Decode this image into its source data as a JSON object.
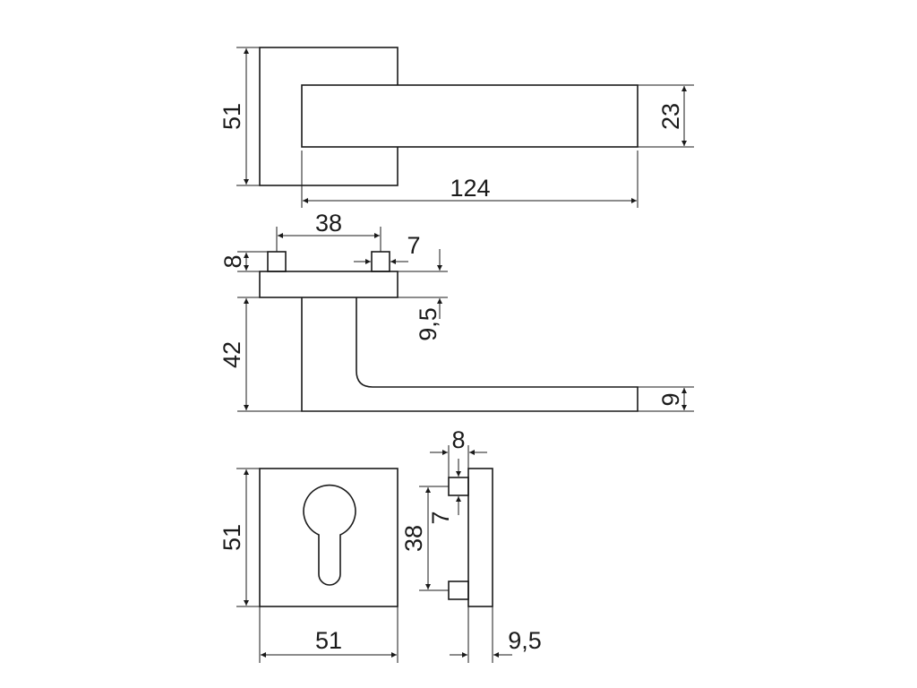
{
  "colors": {
    "line": "#1a1a1a",
    "background": "#ffffff"
  },
  "top_view": {
    "rose_height": "51",
    "lever_height": "23",
    "lever_length": "124"
  },
  "side_view": {
    "pin_spacing": "38",
    "pin_height": "8",
    "pin_width": "7",
    "rose_thickness": "9,5",
    "lever_drop": "42",
    "lever_thickness": "9"
  },
  "escutcheon_front": {
    "height": "51",
    "width": "51"
  },
  "escutcheon_side": {
    "pin_height": "8",
    "pin_width": "7",
    "pin_spacing": "38",
    "thickness": "9,5"
  }
}
